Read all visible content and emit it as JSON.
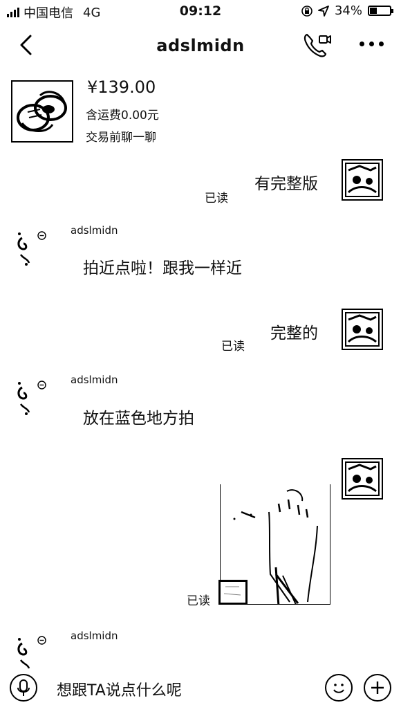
{
  "status_bar": {
    "carrier": "中国电信",
    "network": "4G",
    "time": "09:12",
    "battery": "34%",
    "battery_level": 0.34
  },
  "header": {
    "title": "adslmidn"
  },
  "product": {
    "price": "¥139.00",
    "shipping": "含运费0.00元",
    "chat_prompt": "交易前聊一聊"
  },
  "messages": [
    {
      "side": "right",
      "text": "有完整版",
      "status": "已读"
    },
    {
      "side": "left",
      "sender": "adslmidn",
      "text": "拍近点啦！跟我一样近"
    },
    {
      "side": "right",
      "text": "完整的",
      "status": "已读"
    },
    {
      "side": "left",
      "sender": "adslmidn",
      "text": "放在蓝色地方拍"
    },
    {
      "side": "right",
      "type": "image",
      "status": "已读"
    },
    {
      "side": "left",
      "sender": "adslmidn",
      "text": ""
    }
  ],
  "input": {
    "placeholder": "想跟TA说点什么呢"
  },
  "icons": {
    "back": "chevron-left-icon",
    "call": "video-call-icon",
    "more": "more-icon",
    "voice": "microphone-icon",
    "emoji": "smiley-icon",
    "plus": "plus-icon"
  }
}
